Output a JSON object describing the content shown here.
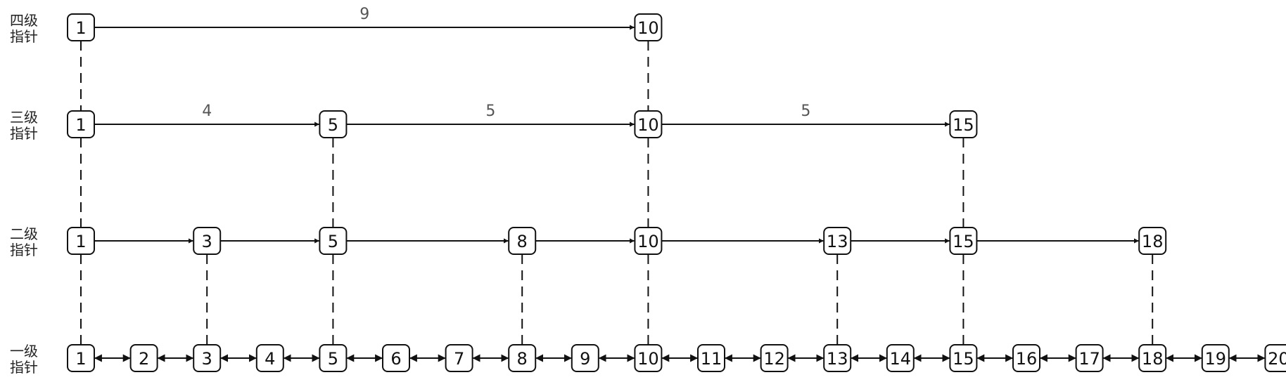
{
  "levels": [
    {
      "label_line1": "一级",
      "label_line2": "指针",
      "nodes": [
        1,
        2,
        3,
        4,
        5,
        6,
        7,
        8,
        9,
        10,
        11,
        12,
        13,
        14,
        15,
        16,
        17,
        18,
        19,
        20
      ],
      "bidirectional": true,
      "spans": []
    },
    {
      "label_line1": "二级",
      "label_line2": "指针",
      "nodes": [
        1,
        3,
        5,
        8,
        10,
        13,
        15,
        18
      ],
      "bidirectional": false,
      "spans": []
    },
    {
      "label_line1": "三级",
      "label_line2": "指针",
      "nodes": [
        1,
        5,
        10,
        15
      ],
      "bidirectional": false,
      "spans": [
        "4",
        "5",
        "5"
      ]
    },
    {
      "label_line1": "四级",
      "label_line2": "指针",
      "nodes": [
        1,
        10
      ],
      "bidirectional": false,
      "spans": [
        "9"
      ]
    }
  ]
}
